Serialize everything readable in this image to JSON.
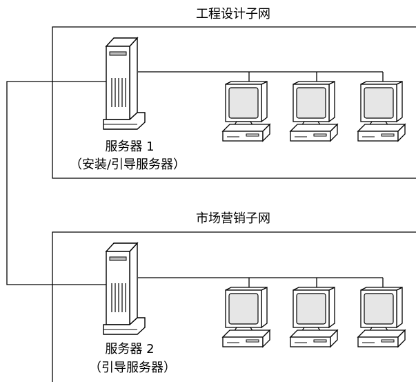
{
  "subnets": [
    {
      "title": "工程设计子网",
      "server": {
        "name": "服务器 1",
        "role": "（安装/引导服务器）"
      },
      "computers": 3
    },
    {
      "title": "市场营销子网",
      "server": {
        "name": "服务器 2",
        "role": "（引导服务器）"
      },
      "computers": 3
    }
  ]
}
